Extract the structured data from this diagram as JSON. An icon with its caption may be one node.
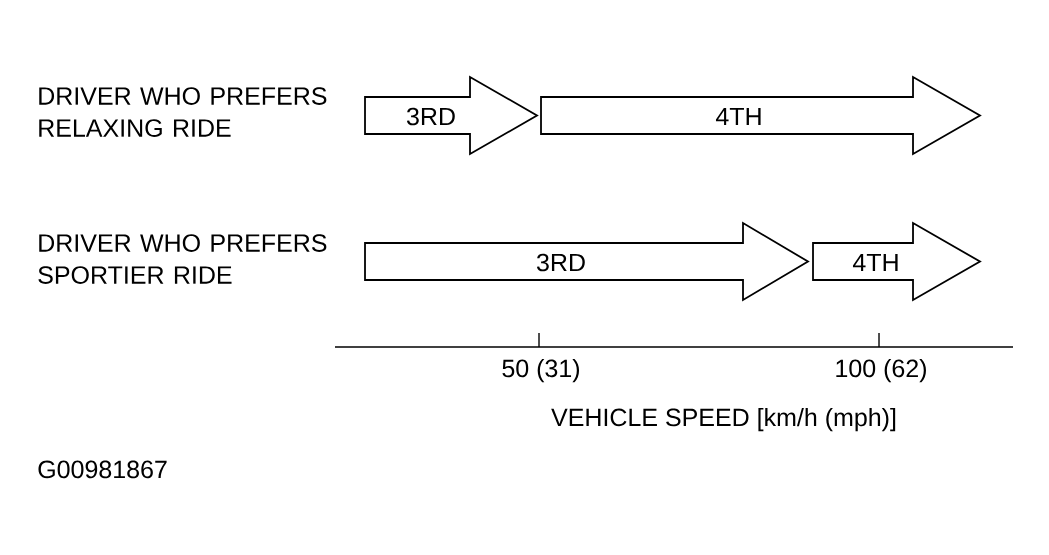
{
  "diagram": {
    "nodes": [
      {
        "text": [
          "3RD"
        ]
      },
      {
        "text": [
          "4TH"
        ]
      },
      {
        "text": [
          "3RD"
        ]
      },
      {
        "text": [
          "4TH"
        ]
      }
    ],
    "labels": [
      "DRIVER WHO PREFERS RELAXING RIDE",
      "DRIVER WHO PREFERS SPORTIER RIDE",
      "50 (31)",
      "100 (62)",
      "VEHICLE SPEED [km/h (mph)]",
      "G00981867"
    ]
  }
}
